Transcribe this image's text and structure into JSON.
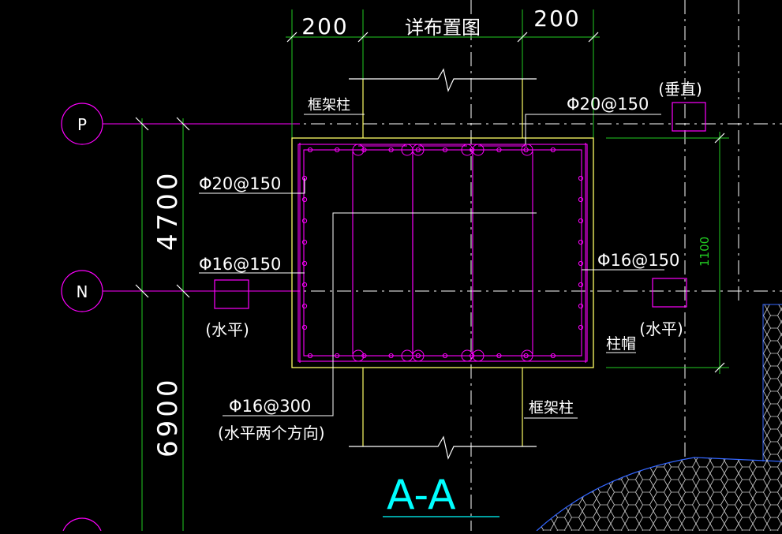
{
  "dimensions": {
    "left_width": "200",
    "right_width": "200",
    "detail_title": "详布置图",
    "span_pn": "4700",
    "span_below": "6900",
    "cap_height": "1100"
  },
  "axes": {
    "p": "P",
    "n": "N"
  },
  "labels": {
    "frame_column_top": "框架柱",
    "frame_column_bottom": "框架柱",
    "column_cap": "柱帽",
    "section_title": "A-A",
    "vertical_note": "(垂直)",
    "horizontal_note_left": "(水平)",
    "horizontal_note_right": "(水平)",
    "two_way_note": "(水平两个方向)"
  },
  "rebar": {
    "top_right": "Φ20@150",
    "left_upper": "Φ20@150",
    "left_lower": "Φ16@150",
    "right_middle": "Φ16@150",
    "bottom_left": "Φ16@300"
  },
  "colors": {
    "background": "#000000",
    "grid_white": "#ffffff",
    "axis_magenta": "#ff00ff",
    "outline_yellow": "#ffff66",
    "dimension_green": "#22cc22",
    "title_cyan": "#00ffff",
    "earth_blue": "#3366ff"
  }
}
